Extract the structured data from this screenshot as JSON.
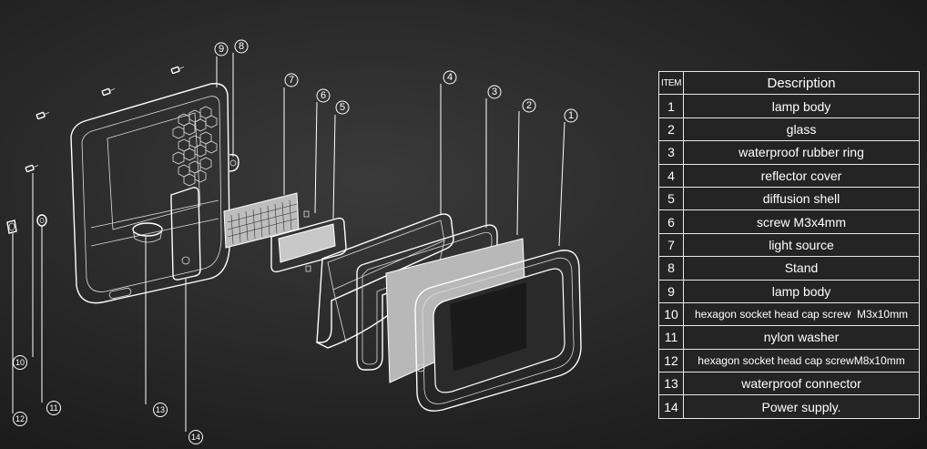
{
  "table": {
    "header_item": "ITEM",
    "header_description": "Description",
    "rows": [
      {
        "item": "1",
        "description": "lamp body"
      },
      {
        "item": "2",
        "description": "glass"
      },
      {
        "item": "3",
        "description": "waterproof rubber ring"
      },
      {
        "item": "4",
        "description": "reflector cover"
      },
      {
        "item": "5",
        "description": "diffusion shell"
      },
      {
        "item": "6",
        "description": "screw M3x4mm"
      },
      {
        "item": "7",
        "description": "light source"
      },
      {
        "item": "8",
        "description": "Stand"
      },
      {
        "item": "9",
        "description": "lamp body"
      },
      {
        "item": "10",
        "description": "hexagon socket head cap screw  M3x10mm"
      },
      {
        "item": "11",
        "description": "nylon washer"
      },
      {
        "item": "12",
        "description": "hexagon socket head cap screwM8x10mm"
      },
      {
        "item": "13",
        "description": "waterproof connector"
      },
      {
        "item": "14",
        "description": "Power supply."
      }
    ]
  },
  "callouts": [
    "1",
    "2",
    "3",
    "4",
    "5",
    "6",
    "7",
    "8",
    "9",
    "10",
    "11",
    "12",
    "13",
    "14"
  ],
  "colors": {
    "background": "#262626",
    "line": "#ffffff"
  }
}
